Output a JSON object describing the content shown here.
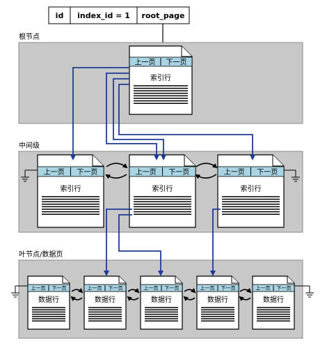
{
  "header": {
    "col_id": "id",
    "col_index_id": "index_id = 1",
    "col_root_page": "root_page"
  },
  "sections": {
    "root": "根节点",
    "intermediate": "中间级",
    "leaf": "叶节点/数据页"
  },
  "page": {
    "prev": "上一页",
    "next": "下一页",
    "index_row": "索引行",
    "data_row": "数据行"
  },
  "colors": {
    "band": "#c8c8c8",
    "nav_strip": "#a9d4e3",
    "pointer": "#1f3a93"
  }
}
